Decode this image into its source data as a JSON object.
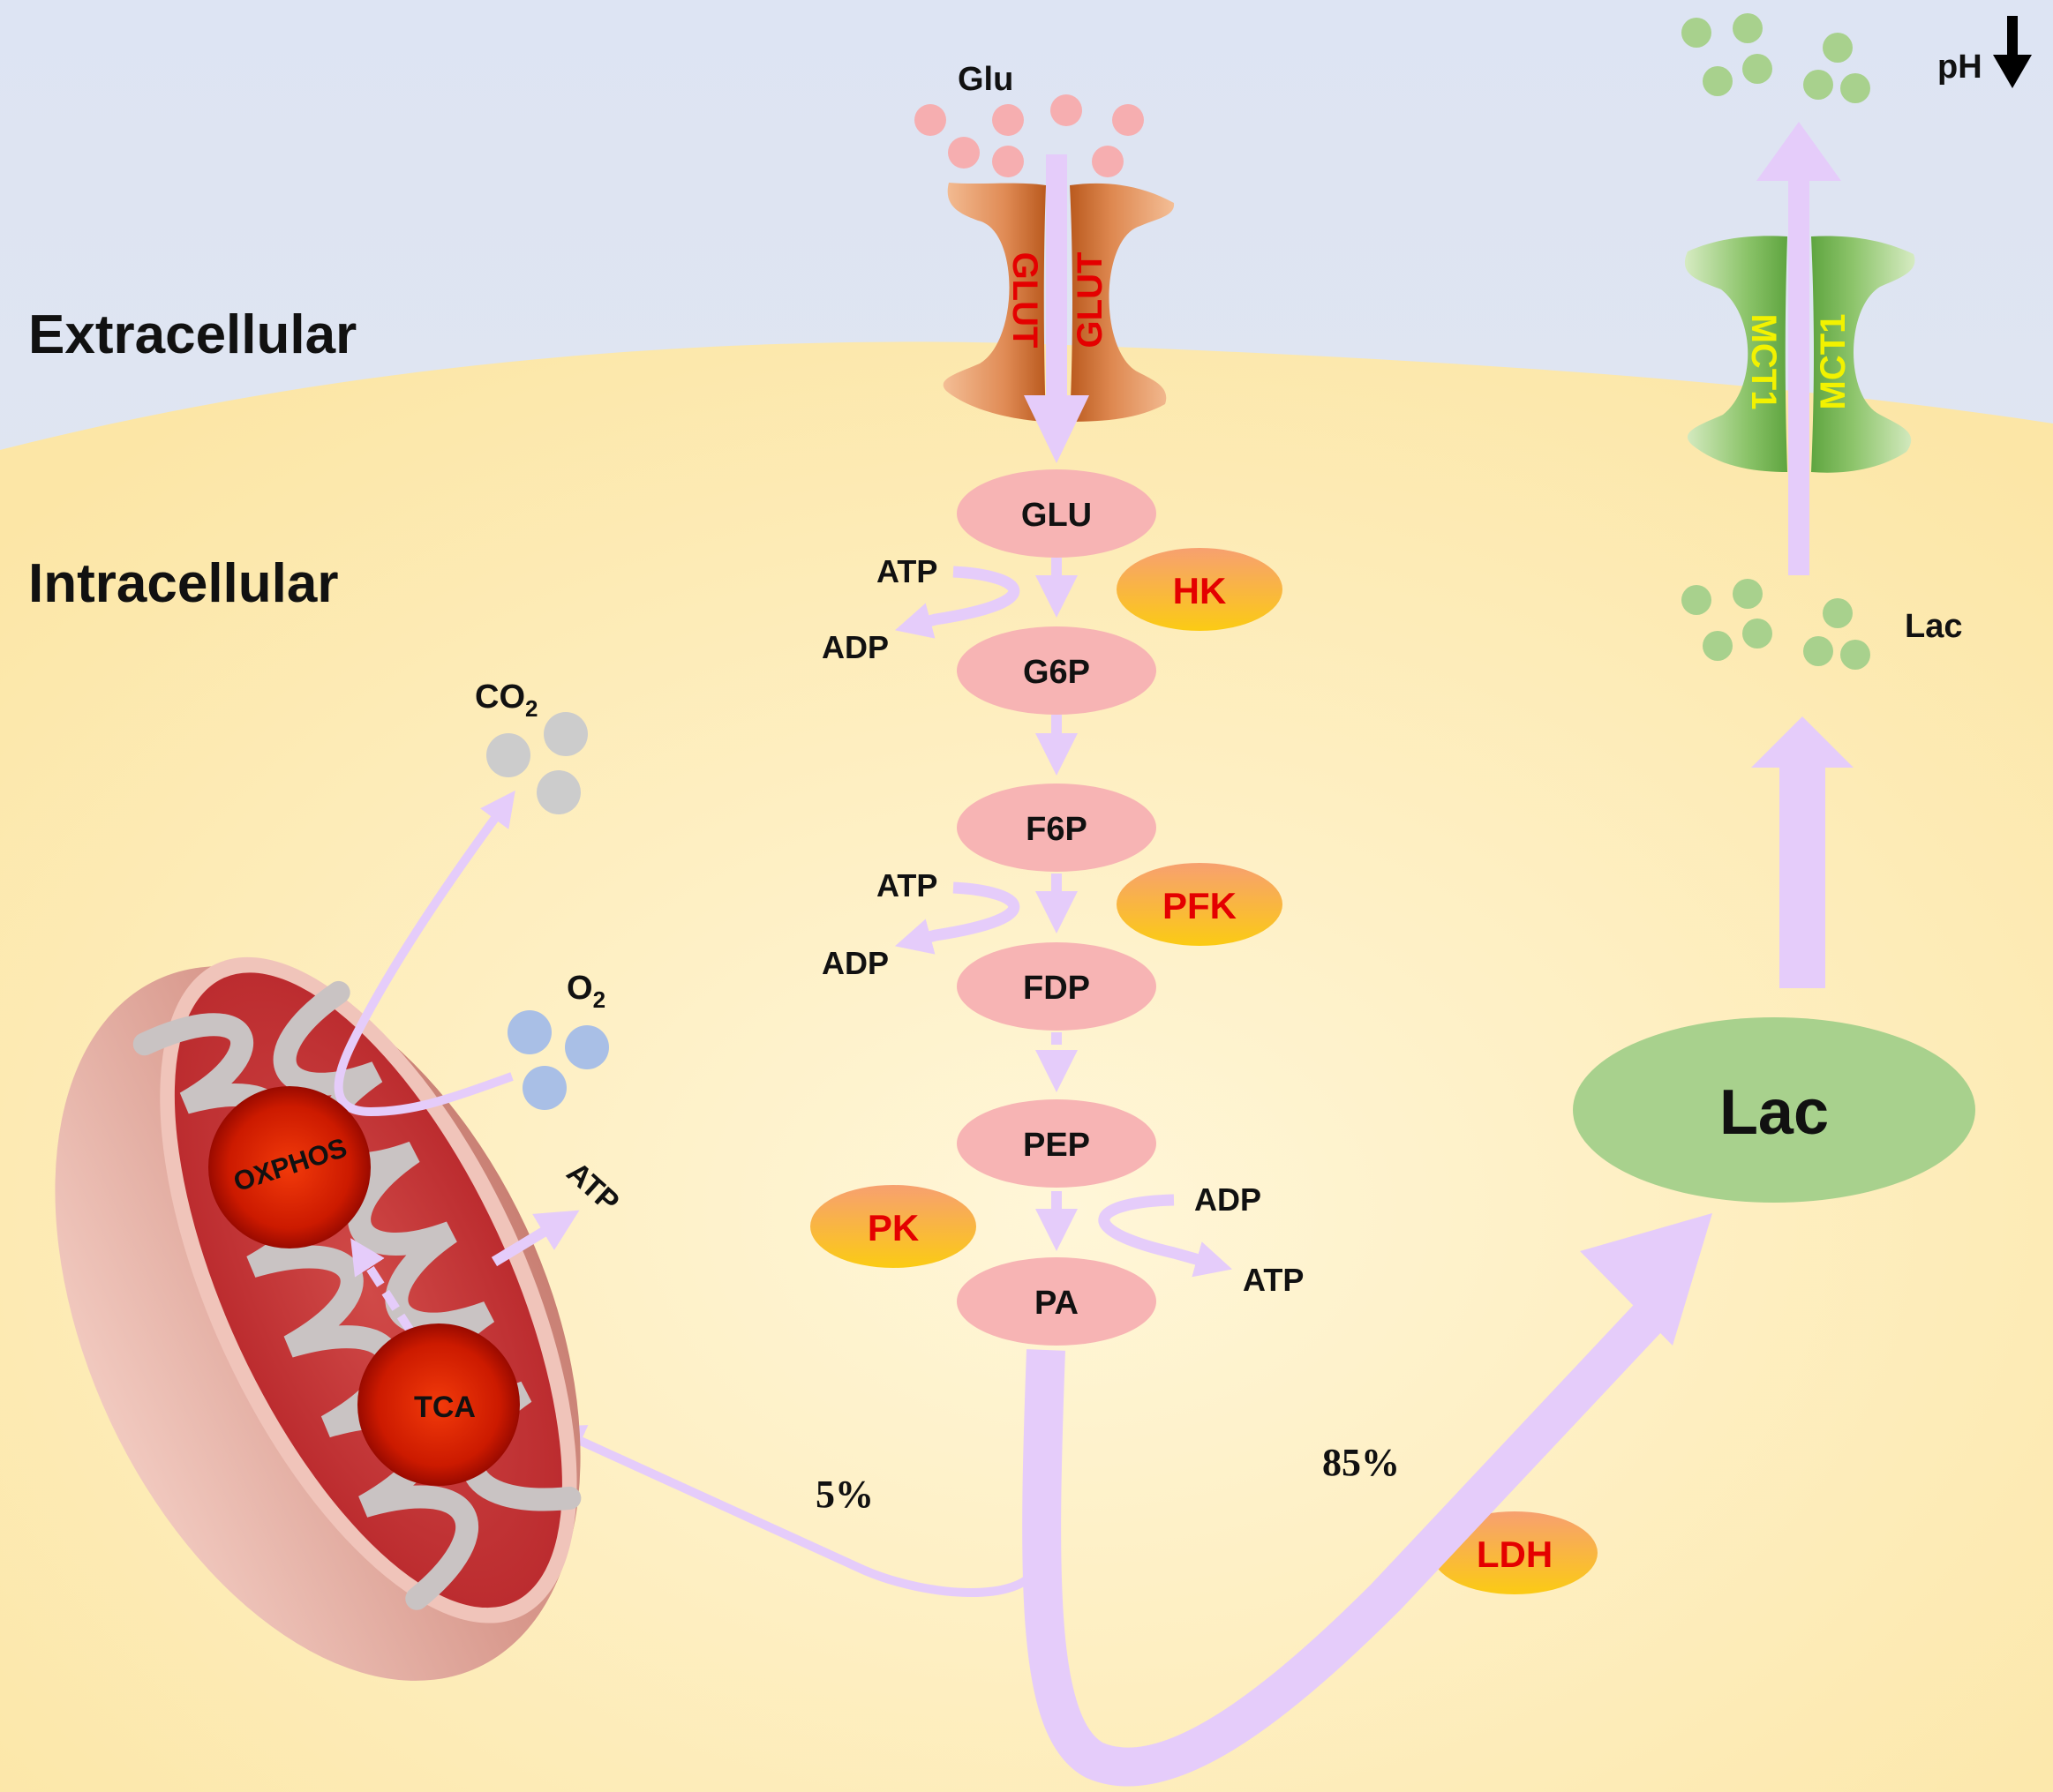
{
  "regions": {
    "extracellular": "Extracellular",
    "intracellular": "Intracellular"
  },
  "extracellular": {
    "glucose": "Glu",
    "lactate_out_ph": "pH"
  },
  "transporters": {
    "glut_left": "GLUT",
    "glut_right": "GLUT",
    "mct_left": "MCT1",
    "mct_right": "MCT1"
  },
  "metabolites": {
    "glu": "GLU",
    "g6p": "G6P",
    "f6p": "F6P",
    "fdp": "FDP",
    "pep": "PEP",
    "pa": "PA"
  },
  "enzymes": {
    "hk": "HK",
    "pfk": "PFK",
    "pk": "PK",
    "ldh": "LDH"
  },
  "cofactors": {
    "atp_hk": "ATP",
    "adp_hk": "ADP",
    "atp_pfk": "ATP",
    "adp_pfk": "ADP",
    "adp_pk": "ADP",
    "atp_pk": "ATP",
    "atp_mito": "ATP"
  },
  "gases": {
    "co2_base": "CO",
    "co2_sub": "2",
    "o2_base": "O",
    "o2_sub": "2"
  },
  "mitochondrion": {
    "oxphos": "OXPHOS",
    "tca": "TCA"
  },
  "lactate": {
    "pool": "Lac",
    "small": "Lac"
  },
  "fluxes": {
    "to_tca": "5%",
    "to_lactate": "85%"
  },
  "colors": {
    "extracellular_bg": "#E0E6F2",
    "cytoplasm_bg": "#FCE9AF",
    "arrow": "#E5CCFA",
    "metabolite": "#F7B4B4",
    "enzyme_top": "#F8A56A",
    "enzyme_bottom": "#F9C81C",
    "enzyme_text": "#E40000",
    "lactate": "#A8D18D",
    "mct_text": "#F2F200",
    "glut_dark": "#C9622A",
    "red_sphere": "#C41200"
  }
}
